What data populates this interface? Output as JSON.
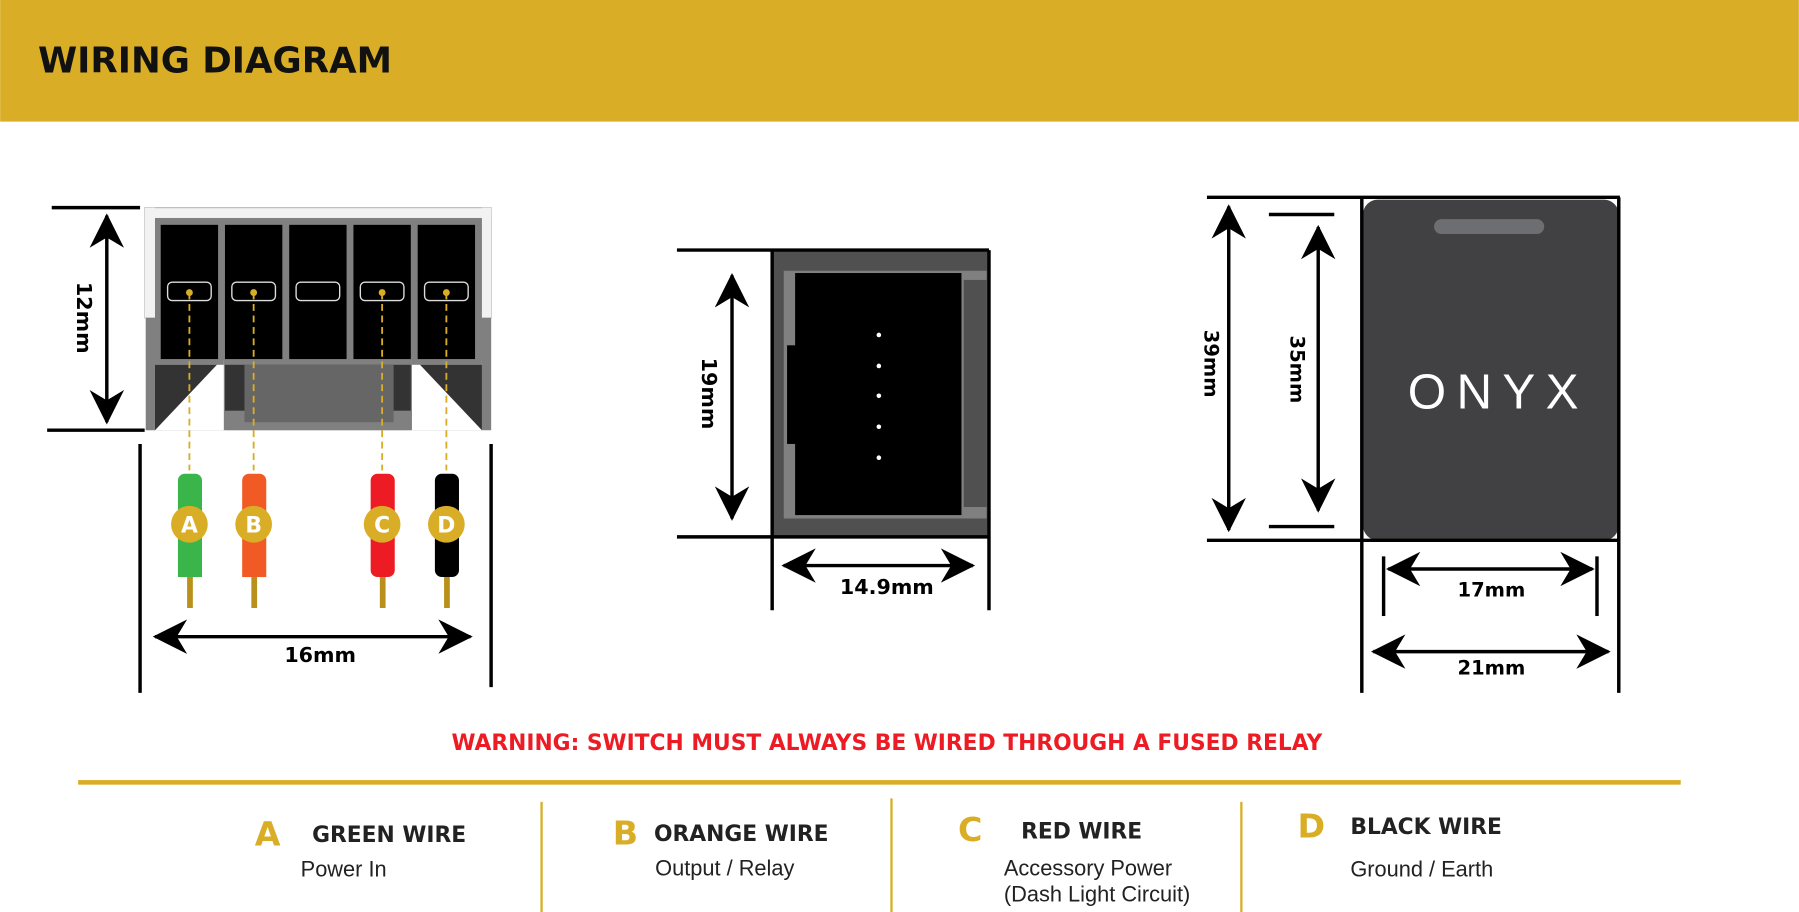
{
  "header": {
    "title": "WIRING DIAGRAM"
  },
  "colors": {
    "brand_gold": "#D9AE26",
    "warning_red": "#ED1C24",
    "green": "#39B54A",
    "orange": "#F15A24",
    "red": "#ED1C24",
    "black": "#000000",
    "body_dark": "#414042"
  },
  "connector_front": {
    "height_label": "12mm",
    "width_label": "16mm",
    "wire_letters": [
      "A",
      "B",
      "C",
      "D"
    ]
  },
  "connector_side": {
    "height_label": "19mm",
    "width_label": "14.9mm"
  },
  "switch_face": {
    "brand": "ONYX",
    "outer_height_label": "39mm",
    "inner_height_label": "35mm",
    "inner_width_label": "17mm",
    "outer_width_label": "21mm"
  },
  "warning": "WARNING: SWITCH MUST ALWAYS BE WIRED THROUGH A FUSED RELAY",
  "legend": [
    {
      "letter": "A",
      "title": "GREEN WIRE",
      "desc": [
        "Power In"
      ]
    },
    {
      "letter": "B",
      "title": "ORANGE WIRE",
      "desc": [
        "Output / Relay"
      ]
    },
    {
      "letter": "C",
      "title": "RED WIRE",
      "desc": [
        "Accessory Power",
        "(Dash Light Circuit)"
      ]
    },
    {
      "letter": "D",
      "title": "BLACK WIRE",
      "desc": [
        "Ground / Earth"
      ]
    }
  ]
}
